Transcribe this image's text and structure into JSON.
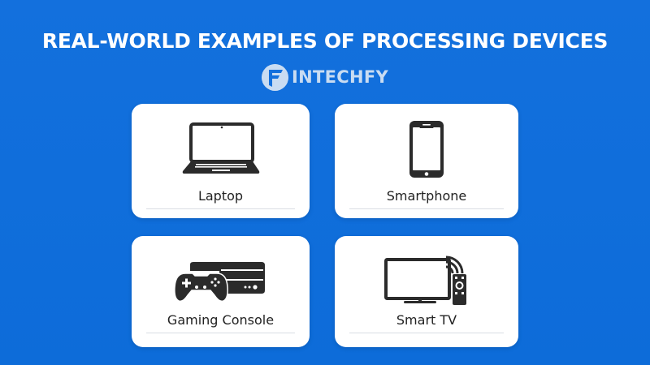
{
  "header": {
    "title": "REAL-WORLD EXAMPLES OF PROCESSING DEVICES",
    "logo_text": "INTECHFY",
    "logo_icon": "f-logo-icon"
  },
  "colors": {
    "background": "#1370dd",
    "card": "#ffffff",
    "icon": "#2b2b2b",
    "logo": "#c9dcf2"
  },
  "cards": [
    {
      "label": "Laptop",
      "icon": "laptop-icon"
    },
    {
      "label": "Smartphone",
      "icon": "smartphone-icon"
    },
    {
      "label": "Gaming Console",
      "icon": "gaming-console-icon"
    },
    {
      "label": "Smart TV",
      "icon": "smart-tv-icon"
    }
  ]
}
